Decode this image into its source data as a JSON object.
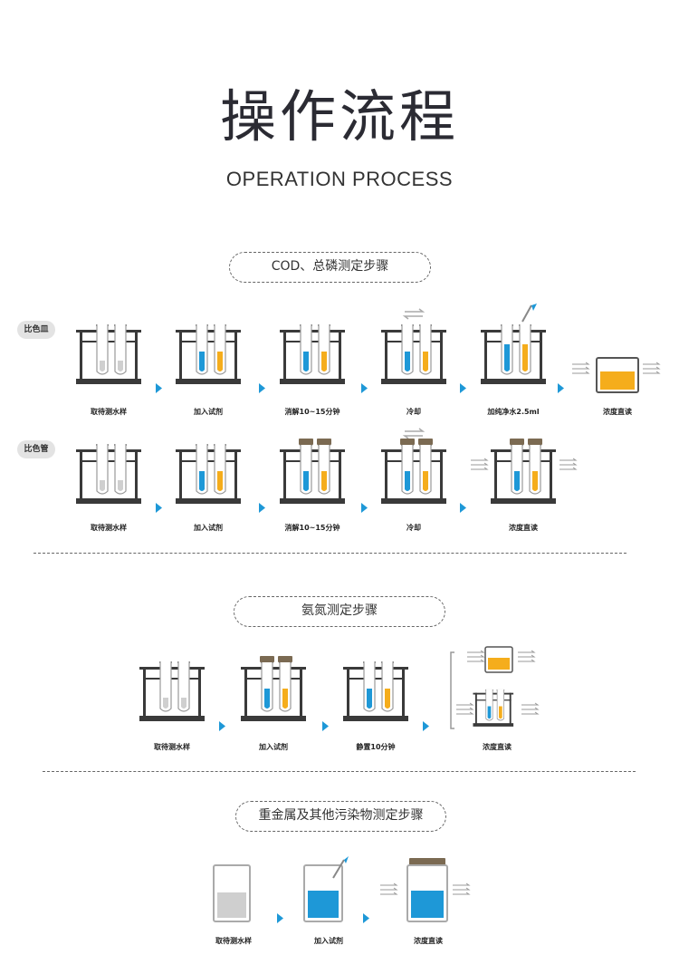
{
  "header": {
    "title_cn": "操作流程",
    "title_en": "OPERATION PROCESS"
  },
  "colors": {
    "blue": "#1e98d7",
    "orange": "#f5ad1c",
    "sample": "#cfcfcf",
    "rack": "#3a3a3a",
    "cap": "#7b6a52"
  },
  "sections": {
    "cod": {
      "heading": "COD、总磷测定步骤",
      "row1": {
        "badge": "比色皿",
        "steps": [
          "取待测水样",
          "加入试剂",
          "消解10~15分钟",
          "冷却",
          "加纯净水2.5ml",
          "浓度直读"
        ]
      },
      "row2": {
        "badge": "比色管",
        "steps": [
          "取待测水样",
          "加入试剂",
          "消解10~15分钟",
          "冷却",
          "浓度直读"
        ]
      }
    },
    "ammonia": {
      "heading": "氨氮测定步骤",
      "steps": [
        "取待测水样",
        "加入试剂",
        "静置10分钟",
        "浓度直读"
      ]
    },
    "metals": {
      "heading": "重金属及其他污染物测定步骤",
      "steps": [
        "取待测水样",
        "加入试剂",
        "浓度直读"
      ]
    }
  }
}
